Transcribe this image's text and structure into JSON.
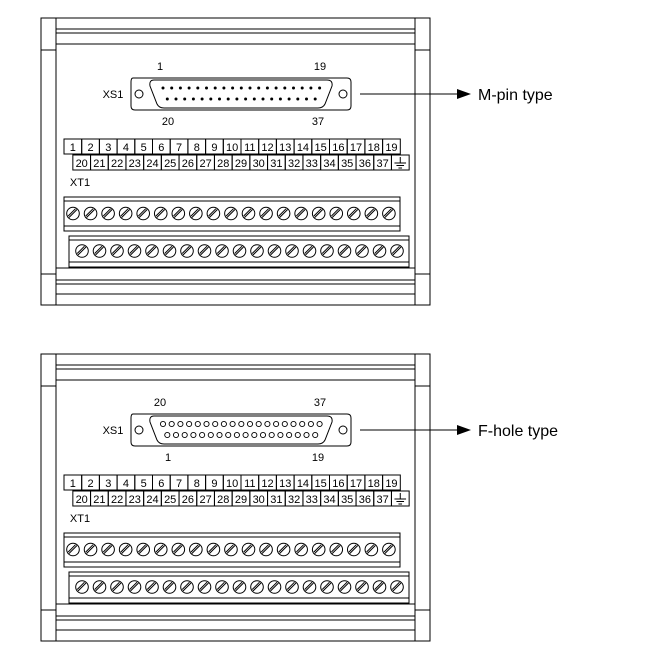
{
  "diagrams": [
    {
      "id": "m-pin",
      "connector_label": "XS1",
      "top_left_pin": "1",
      "top_right_pin": "19",
      "bottom_left_pin": "20",
      "bottom_right_pin": "37",
      "type_label": "M-pin type",
      "terminal_block_label": "XT1",
      "top_row": [
        "1",
        "2",
        "3",
        "4",
        "5",
        "6",
        "7",
        "8",
        "9",
        "10",
        "11",
        "12",
        "13",
        "14",
        "15",
        "16",
        "17",
        "18",
        "19"
      ],
      "bottom_row": [
        "20",
        "21",
        "22",
        "23",
        "24",
        "25",
        "26",
        "27",
        "28",
        "29",
        "30",
        "31",
        "32",
        "33",
        "34",
        "35",
        "36",
        "37"
      ],
      "ground_symbol": "ground-icon"
    },
    {
      "id": "f-hole",
      "connector_label": "XS1",
      "top_left_pin": "20",
      "top_right_pin": "37",
      "bottom_left_pin": "1",
      "bottom_right_pin": "19",
      "type_label": "F-hole type",
      "terminal_block_label": "XT1",
      "top_row": [
        "1",
        "2",
        "3",
        "4",
        "5",
        "6",
        "7",
        "8",
        "9",
        "10",
        "11",
        "12",
        "13",
        "14",
        "15",
        "16",
        "17",
        "18",
        "19"
      ],
      "bottom_row": [
        "20",
        "21",
        "22",
        "23",
        "24",
        "25",
        "26",
        "27",
        "28",
        "29",
        "30",
        "31",
        "32",
        "33",
        "34",
        "35",
        "36",
        "37"
      ],
      "ground_symbol": "ground-icon"
    }
  ]
}
